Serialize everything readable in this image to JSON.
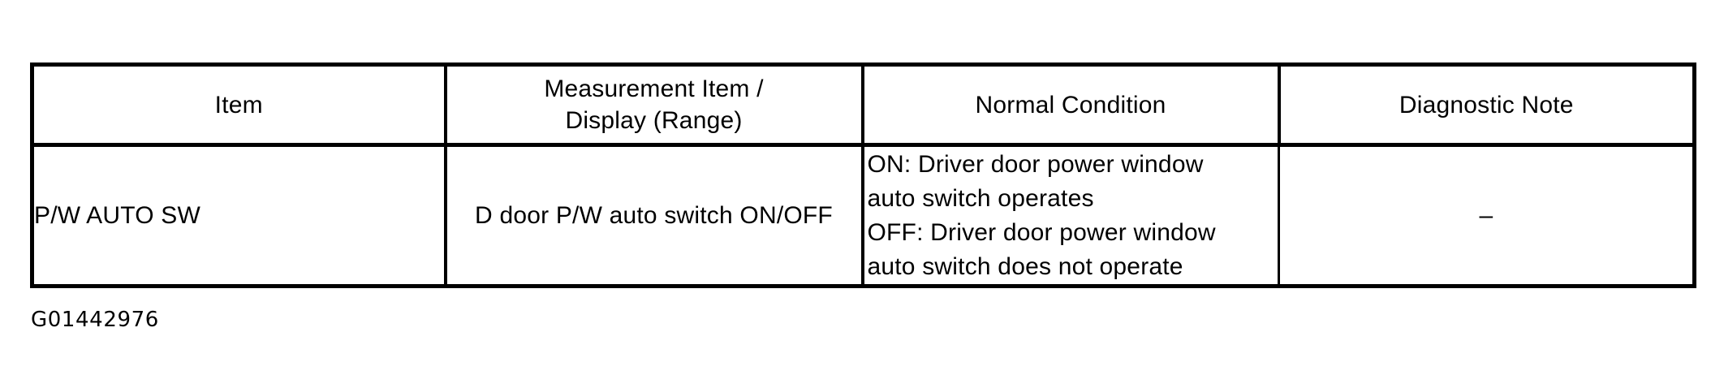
{
  "table": {
    "columns": [
      {
        "key": "item",
        "header": "Item"
      },
      {
        "key": "measurement",
        "header_line1": "Measurement Item /",
        "header_line2": "Display (Range)"
      },
      {
        "key": "normal_condition",
        "header": "Normal Condition"
      },
      {
        "key": "diagnostic_note",
        "header": "Diagnostic Note"
      }
    ],
    "headers": {
      "item": "Item",
      "measurement_line1": "Measurement Item /",
      "measurement_line2": "Display (Range)",
      "normal_condition": "Normal Condition",
      "diagnostic_note": "Diagnostic Note"
    },
    "rows": [
      {
        "item": "P/W AUTO SW",
        "measurement": "D door P/W auto switch ON/OFF",
        "normal_condition_lines": [
          "ON: Driver door power window",
          "auto switch operates",
          "OFF: Driver door power window",
          "auto switch does not operate"
        ],
        "diagnostic_note": "–"
      }
    ]
  },
  "caption": {
    "figure_id": "G01442976"
  },
  "colors": {
    "line": "#000000",
    "text": "#000000",
    "background": "#ffffff"
  }
}
